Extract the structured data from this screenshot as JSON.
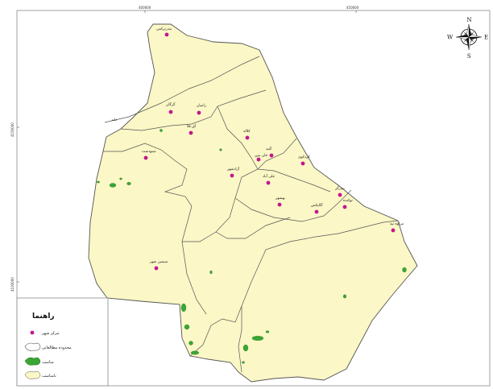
{
  "colors": {
    "region_fill": "#fbf7c6",
    "boundary": "#555555",
    "green_area": "#3aa635",
    "city_dot": "#c2168f",
    "frame": "#8a8a8a"
  },
  "axis": {
    "top_ticks": [
      "400000",
      "450000"
    ],
    "left_ticks": [
      "4150000",
      "4100000"
    ]
  },
  "compass": {
    "n": "N",
    "s": "S",
    "e": "E",
    "w": "W",
    "icon": "compass-rose-icon"
  },
  "cities": [
    "بندرتركمن",
    "گرگان",
    "رامیان",
    "آق قلا",
    "کلاله",
    "گنبد",
    "مینودشت",
    "آزادشهر",
    "علی آباد",
    "کردکوی",
    "بندرگز",
    "نوکنده",
    "بهشهر",
    "گالیکش",
    "مراوه تپه",
    "سیمین شهر",
    "دلند",
    "خان ببین"
  ],
  "legend": {
    "title": "راهنما",
    "items": [
      {
        "label": "مركز شهر",
        "symbol": "city-dot"
      },
      {
        "label": "محدوده مطالعاتی",
        "symbol": "boundary-outline"
      },
      {
        "label": "مناسب",
        "symbol": "green-area"
      },
      {
        "label": "نامناسب",
        "symbol": "region-area"
      }
    ]
  }
}
